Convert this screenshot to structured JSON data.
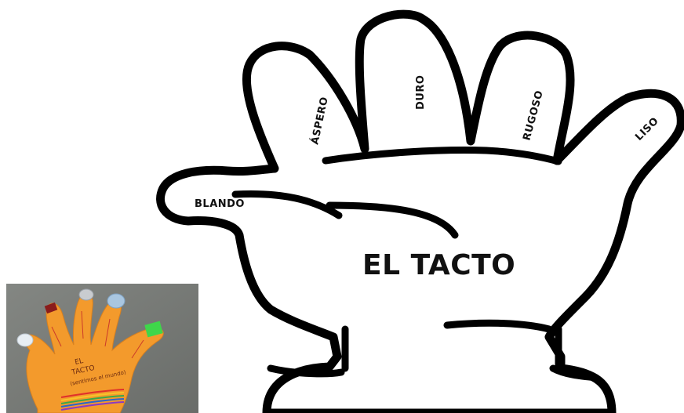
{
  "hand_diagram": {
    "title": "EL TACTO",
    "fingers": {
      "thumb": "BLANDO",
      "index": "ÁSPERO",
      "middle": "DURO",
      "ring": "RUGOSO",
      "pinky": "LISO"
    }
  },
  "craft_photo": {
    "text_line_1": "EL",
    "text_line_2": "TACTO",
    "text_line_3": "(sentimos el mundo)"
  }
}
